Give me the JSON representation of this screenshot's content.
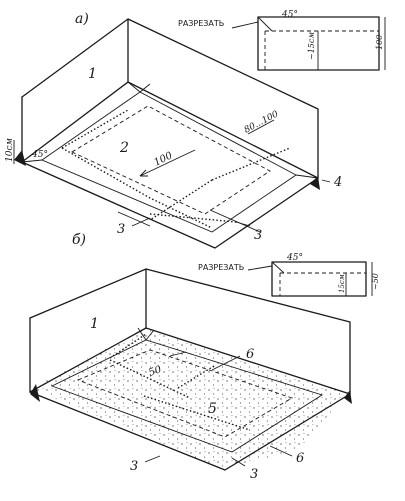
{
  "diagram_a": {
    "letter": "а)",
    "wall_label": "1",
    "floor_label": "2",
    "corner_label": "4",
    "seam_label_left": "3",
    "seam_label_right": "3",
    "dim_height": "10см",
    "dim_angle": "45°",
    "dim_diagonal": "100",
    "dim_band": "80...100",
    "detail": {
      "cut_text": "РАЗРЕЗАТЬ",
      "angle": "45°",
      "depth": "~15см",
      "size": "100"
    }
  },
  "diagram_b": {
    "letter": "б)",
    "wall_label": "1",
    "floor_label": "5",
    "label_6_top": "6",
    "label_6_bottom": "6",
    "seam_label_left": "3",
    "seam_label_right": "3",
    "dim_diagonal": "50",
    "detail": {
      "cut_text": "РАЗРЕЗАТЬ",
      "angle": "45°",
      "depth": "15см",
      "size": "~50"
    }
  }
}
